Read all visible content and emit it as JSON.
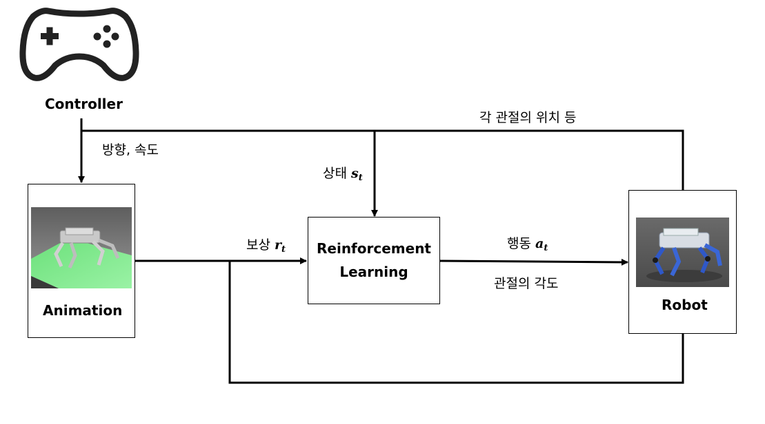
{
  "controller": {
    "label": "Controller"
  },
  "animation": {
    "label": "Animation"
  },
  "rl": {
    "line1": "Reinforcement",
    "line2": "Learning"
  },
  "robot": {
    "label": "Robot"
  },
  "edges": {
    "direction_speed": "방향, 속도",
    "joint_position": "각 관절의 위치 등",
    "state": {
      "word": "상태",
      "symbol": "s",
      "sub": "t"
    },
    "reward": {
      "word": "보상",
      "symbol": "r",
      "sub": "t"
    },
    "action": {
      "word": "행동",
      "symbol": "a",
      "sub": "t"
    },
    "joint_angle": "관절의 각도"
  },
  "icons": [
    "gamepad-icon",
    "animation-robot-image",
    "robot-photo-image"
  ]
}
